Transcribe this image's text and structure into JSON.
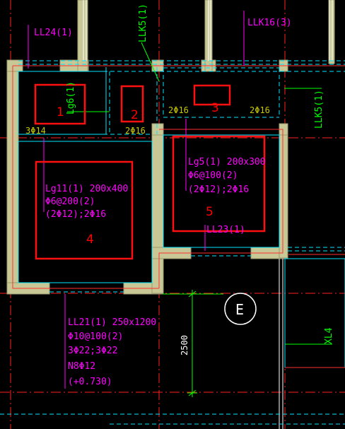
{
  "labels": {
    "ll24": "LL24(1)",
    "llk5_top": "LLK5(1)",
    "llk16": "LLK16(3)",
    "lg6": "Lg6(1)",
    "rebar_2phi16_left": "2Φ16",
    "rebar_2phi16_right": "2Φ16",
    "rebar_2phi16_mid": "2Φ16",
    "llk5_right": "LLK5(1)",
    "rebar_3phi14": "3Φ14",
    "lg5": {
      "line1": "Lg5(1) 200x300",
      "line2": "Φ6@100(2)",
      "line3": "(2Φ12);2Φ16"
    },
    "lg11": {
      "line1": "Lg11(1) 200x400",
      "line2": "Φ6@200(2)",
      "line3": "(2Φ12);2Φ16"
    },
    "ll23": "LL23(1)",
    "ll21": {
      "line1": "LL21(1) 250x1200",
      "line2": "Φ10@100(2)",
      "line3": "3Φ22;3Φ22",
      "line4": "N8Φ12",
      "line5": "(+0.730)"
    },
    "dim_2500": "2500",
    "grid_e": "E",
    "xl4": "XL4"
  },
  "boxes": [
    "1",
    "2",
    "3",
    "4",
    "5"
  ],
  "colors": {
    "background": "#000000",
    "wall": "#c8c896",
    "cyan": "#00ffff",
    "red": "#ff0000",
    "magenta": "#ff00ff",
    "green": "#00ff00",
    "white": "#ffffff"
  }
}
